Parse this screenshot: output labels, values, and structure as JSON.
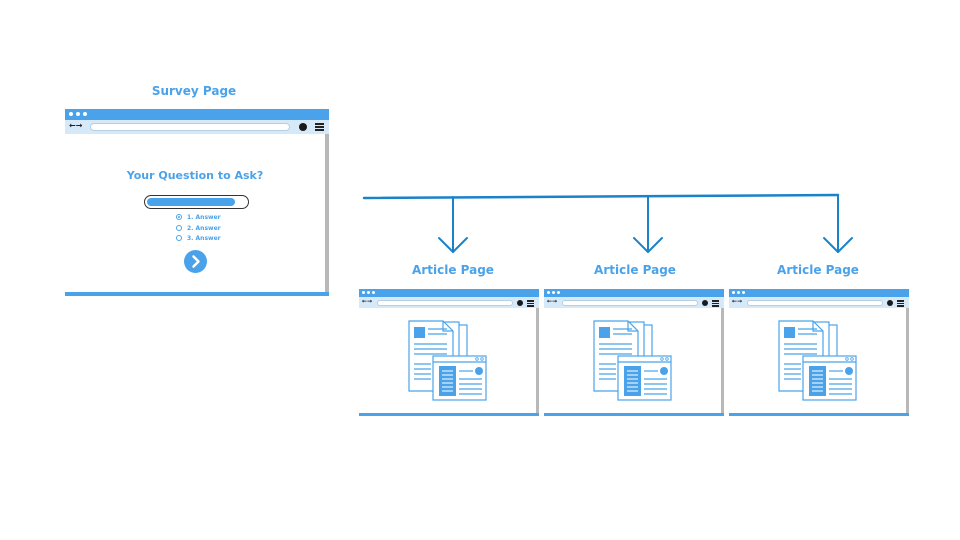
{
  "survey": {
    "title": "Survey Page",
    "question": "Your Question to Ask?",
    "progress": 0.9,
    "options": [
      "1. Answer",
      "2. Answer",
      "3. Answer"
    ],
    "selected_option": 0
  },
  "articles": [
    {
      "title": "Article Page"
    },
    {
      "title": "Article Page"
    },
    {
      "title": "Article Page"
    }
  ],
  "colors": {
    "accent": "#4aa3ea",
    "arrow": "#1a82c8",
    "navbar": "#d6e9f8",
    "scrollbar": "#b8b8b8"
  },
  "icons": [
    "clock-icon",
    "hamburger-menu-icon",
    "back-forward-arrows-icon",
    "chevron-right-icon",
    "document-icon"
  ]
}
